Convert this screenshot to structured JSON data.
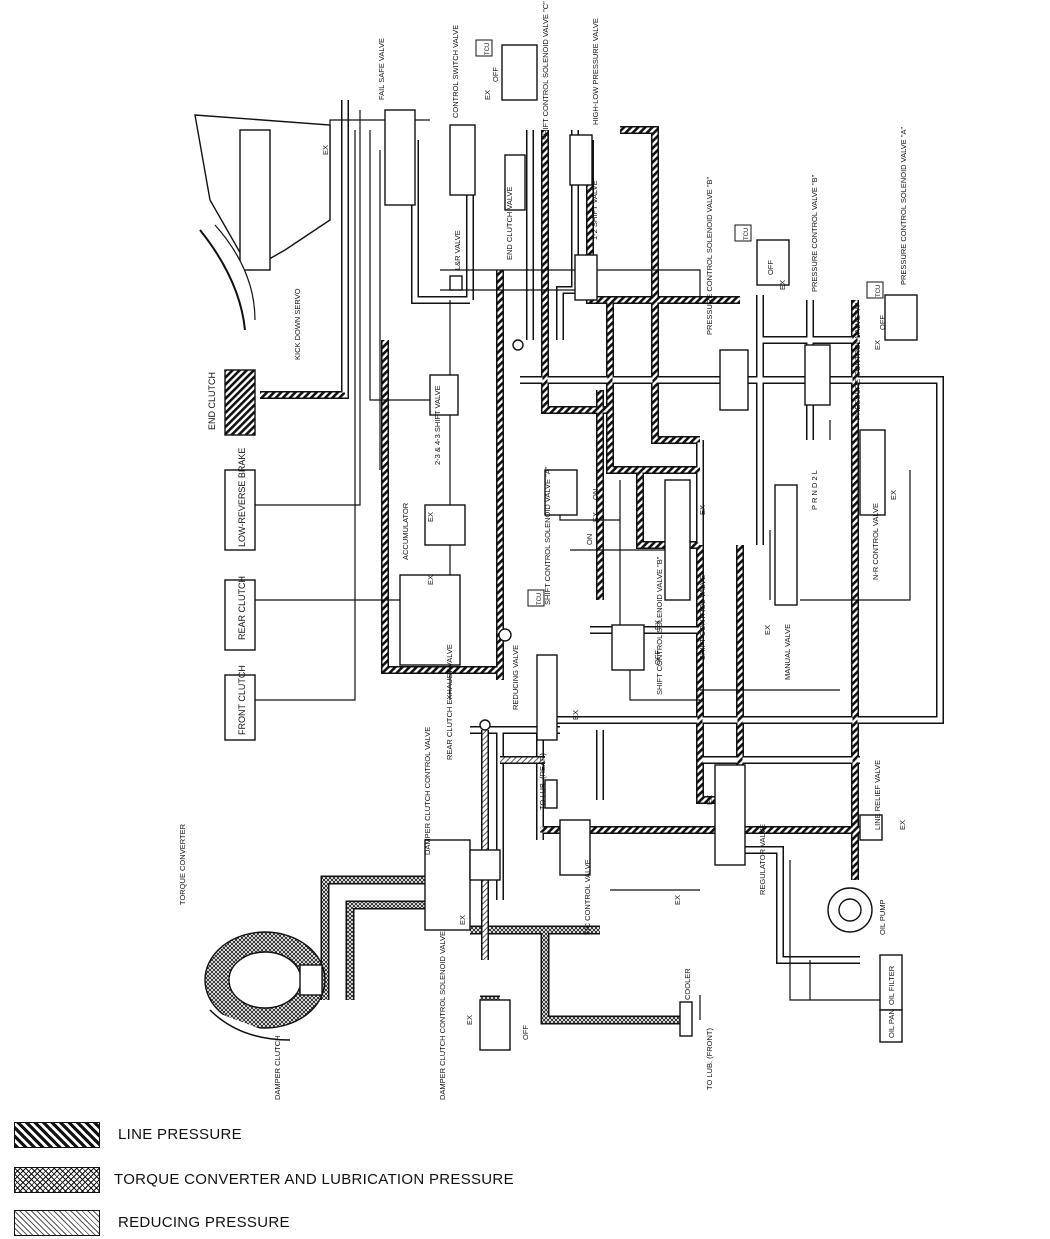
{
  "components": {
    "fail_safe_valve": "FAIL SAFE VALVE",
    "control_switch_valve": "CONTROL SWITCH VALVE",
    "shift_solenoid_c": "SHIFT CONTROL SOLENOID VALVE \"C\"",
    "high_low_valve": "HIGH-LOW PRESSURE VALVE",
    "end_clutch_valve": "END CLUTCH VALVE",
    "shift_valve_12": "1-2 SHIFT VALVE",
    "lr_valve": "L&R VALVE",
    "kickdown_servo": "KICK DOWN SERVO",
    "end_clutch": "END CLUTCH",
    "shift_valve_234": "2-3 & 4-3 SHIFT VALVE",
    "accumulator": "ACCUMULATOR",
    "low_reverse_brake": "LOW-REVERSE BRAKE",
    "rear_clutch": "REAR CLUTCH",
    "front_clutch": "FRONT CLUTCH",
    "rear_clutch_exhaust": "REAR CLUTCH EXHAUST VALVE",
    "shift_solenoid_a": "SHIFT CONTROL SOLENOID VALVE \"A\"",
    "shift_solenoid_b": "SHIFT CONTROL SOLENOID VALVE \"B\"",
    "shift_control_valve": "SHIFT CONTROL VALVE",
    "pcsv_b": "PRESSURE CONTROL SOLENOID VALVE \"B\"",
    "pcsv_a": "PRESSURE CONTROL SOLENOID VALVE \"A\"",
    "pcv_b": "PRESSURE CONTROL VALVE \"B\"",
    "pcv_a": "PRESSURE CONTROL VALVE \"A\"",
    "nr_control_valve": "N-R CONTROL VALVE",
    "manual_valve": "MANUAL VALVE",
    "reducing_valve": "REDUCING VALVE",
    "to_lub_rear": "TO LUB. (REAR)",
    "damper_clutch_control_valve": "DAMPER CLUTCH CONTROL VALVE",
    "torque_converter": "TORQUE CONVERTER",
    "damper_clutch": "DAMPER CLUTCH",
    "tc_control_valve": "T/C CONTROL VALVE",
    "regulator_valve": "REGULATOR VALVE",
    "line_relief_valve": "LINE RELIEF VALVE",
    "oil_pump": "OIL PUMP",
    "oil_filter": "OIL FILTER",
    "oil_pan": "OIL PAN",
    "cooler": "COOLER",
    "to_lub_front": "TO LUB. (FRONT)",
    "damper_solenoid": "DAMPER CLUTCH CONTROL SOLENOID VALVE"
  },
  "tags": {
    "tcu": "TCU",
    "ex": "EX",
    "on": "ON",
    "off": "OFF",
    "prnd": "P R N D 2 L"
  },
  "legend": [
    {
      "label": "LINE PRESSURE",
      "pattern": "line-pressure"
    },
    {
      "label": "TORQUE CONVERTER AND LUBRICATION PRESSURE",
      "pattern": "tc-lub"
    },
    {
      "label": "REDUCING PRESSURE",
      "pattern": "reducing"
    }
  ]
}
